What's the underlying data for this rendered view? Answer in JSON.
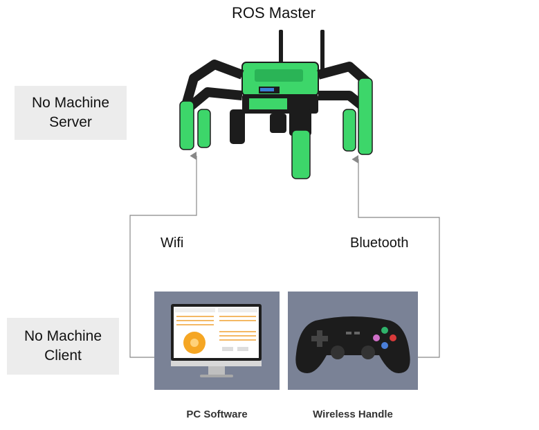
{
  "diagram": {
    "title": "ROS Master",
    "server_label": "No Machine\nServer",
    "client_label": "No Machine\nClient",
    "wifi_label": "Wifi",
    "bluetooth_label": "Bluetooth",
    "pc_caption": "PC Software",
    "handle_caption": "Wireless Handle",
    "colors": {
      "panel": "#7a8296",
      "label_box": "#ececec",
      "connector": "#888888",
      "robot_green": "#3dd66a",
      "robot_black": "#1c1c1c"
    },
    "icons": [
      "hexapod-robot-image",
      "pc-monitor-image",
      "gamepad-image"
    ]
  }
}
